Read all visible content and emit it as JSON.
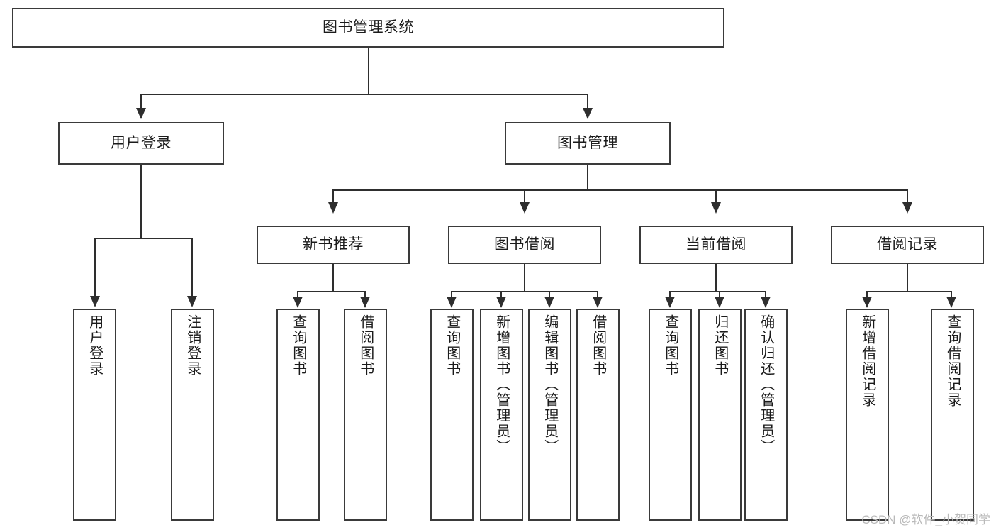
{
  "diagram": {
    "title": "图书管理系统",
    "type": "tree",
    "root": {
      "label": "图书管理系统"
    },
    "level2": [
      {
        "label": "用户登录"
      },
      {
        "label": "图书管理"
      }
    ],
    "level3": [
      {
        "label": "新书推荐"
      },
      {
        "label": "图书借阅"
      },
      {
        "label": "当前借阅"
      },
      {
        "label": "借阅记录"
      }
    ],
    "leaves": {
      "user_login": [
        {
          "label": "用户登录"
        },
        {
          "label": "注销登录"
        }
      ],
      "new_book_recommend": [
        {
          "label": "查询图书"
        },
        {
          "label": "借阅图书"
        }
      ],
      "book_borrow": [
        {
          "label": "查询图书"
        },
        {
          "label": "新增图书（管理员）"
        },
        {
          "label": "编辑图书（管理员）"
        },
        {
          "label": "借阅图书"
        }
      ],
      "current_borrow": [
        {
          "label": "查询图书"
        },
        {
          "label": "归还图书"
        },
        {
          "label": "确认归还（管理员）"
        }
      ],
      "borrow_record": [
        {
          "label": "新增借阅记录"
        },
        {
          "label": "查询借阅记录"
        }
      ]
    }
  },
  "watermark": {
    "text": "CSDN @软件_小贺同学"
  },
  "colors": {
    "border": "#3a3a3a",
    "connector": "#2e2e2e",
    "text": "#1b1b1b",
    "background": "#ffffff",
    "watermark": "#b9b9b9"
  }
}
